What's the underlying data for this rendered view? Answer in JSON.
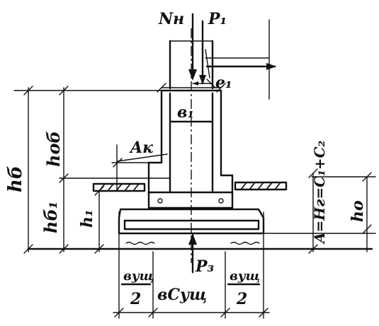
{
  "labels": {
    "n_h": "Nн",
    "p1": "P₁",
    "e1": "e₁",
    "b1": "в₁",
    "h_ob": "hоб",
    "h_b": "hб",
    "h_b1": "hб₁",
    "a_k": "Aк",
    "h1": "h₁",
    "a_formula": "A=Hг=C₁+C₂",
    "h0": "hо",
    "p3": "P₃",
    "b_sush_half_left_num": "вущ",
    "b_sush_half_left_den": "2",
    "b_sush": "вСущ",
    "b_sush_half_right_num": "вущ",
    "b_sush_half_right_den": "2"
  },
  "colors": {
    "ink": "#111111",
    "paper": "#ffffff"
  }
}
